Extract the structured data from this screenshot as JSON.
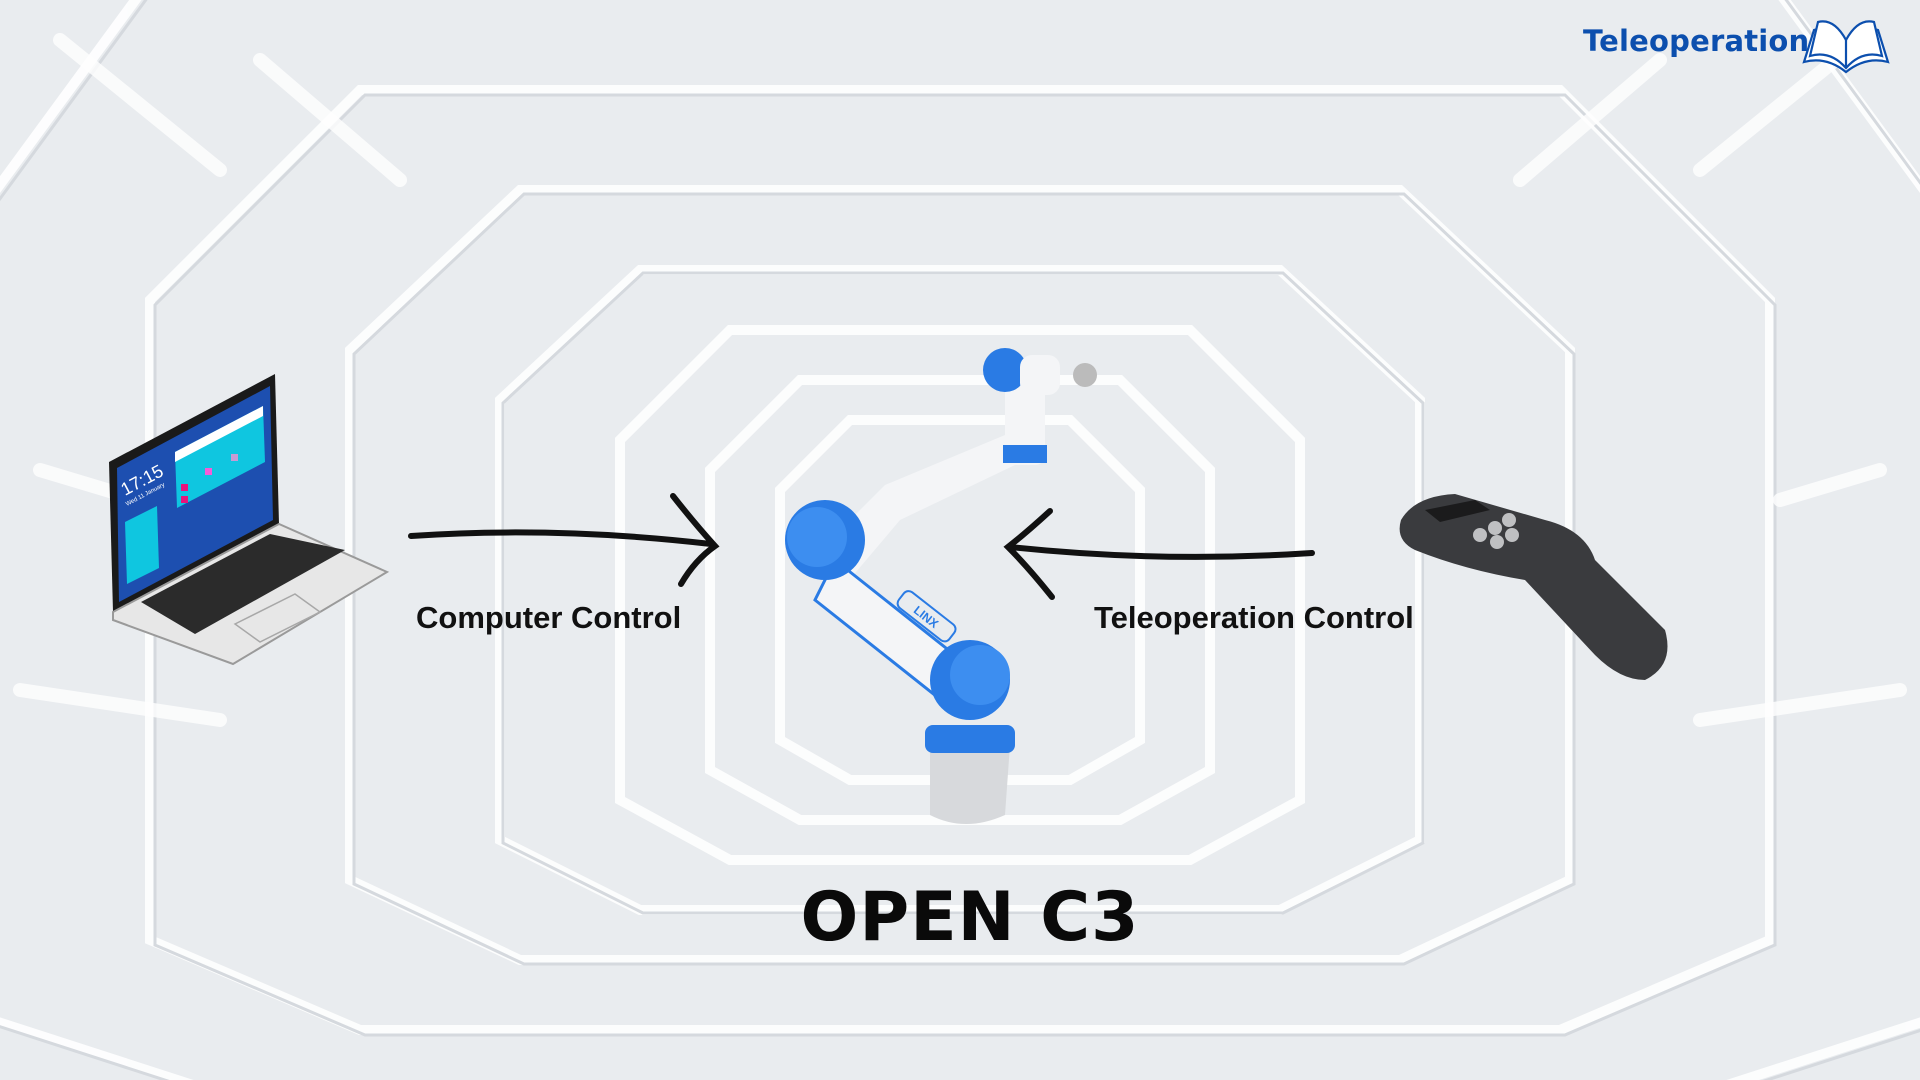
{
  "header": {
    "title": "Teleoperation",
    "icon": "open-book-icon"
  },
  "left": {
    "label": "Computer Control",
    "device": "laptop",
    "screen_time": "17:15",
    "screen_date": "Wed 11 January"
  },
  "right": {
    "label": "Teleoperation Control",
    "device": "handheld-controller"
  },
  "center": {
    "title": "OPEN C3",
    "robot_brand_logo": "LINX"
  },
  "colors": {
    "accent": "#0c4fae",
    "robot_blue": "#2a7be4",
    "text": "#111111"
  }
}
